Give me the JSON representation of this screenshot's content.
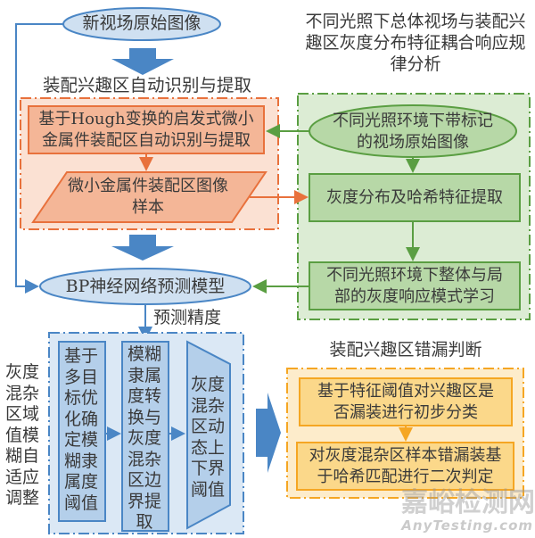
{
  "colors": {
    "blue": "#4a86c5",
    "blue_fill": "#cfe0f1",
    "orange": "#e8713c",
    "orange_fill": "#f7c9ae",
    "green": "#5a9e42",
    "green_fill": "#b7d8a7",
    "yellow": "#f5a623",
    "yellow_fill": "#fbd88a"
  },
  "top": {
    "start_node": "新视场原始图像",
    "roi_title": "装配兴趣区自动识别与提取",
    "hough_box": "基于Hough变换的启发式微小金属件装配区自动识别与提取",
    "sample_box": "微小金属件装配区图像样本"
  },
  "right": {
    "title": "不同光照下总体视场与装配兴趣区灰度分布特征耦合响应规律分析",
    "light_node": "不同光照环境下带标记的视场原始图像",
    "feature_box": "灰度分布及哈希特征提取",
    "learning_box": "不同光照环境下整体与局部的灰度响应模式学习"
  },
  "middle": {
    "bp_node": "BP神经网络预测模型",
    "accuracy_label": "预测精度"
  },
  "bottom_left": {
    "side_label": "灰度混杂区域值模糊自适应调整",
    "box1": "基于多目标优化确定模糊隶属度阈值",
    "box2": "模糊隶属度转换与灰度混杂区边界提取",
    "box3": "灰度混杂区动态上下界阈值"
  },
  "bottom_right": {
    "title": "装配兴趣区错漏判断",
    "box1": "基于特征阈值对兴趣区是否漏装进行初步分类",
    "box2": "对灰度混杂区样本错漏装基于哈希匹配进行二次判定"
  },
  "watermark": {
    "cn": "嘉峪检测网",
    "en": "AnyTesting.com"
  }
}
